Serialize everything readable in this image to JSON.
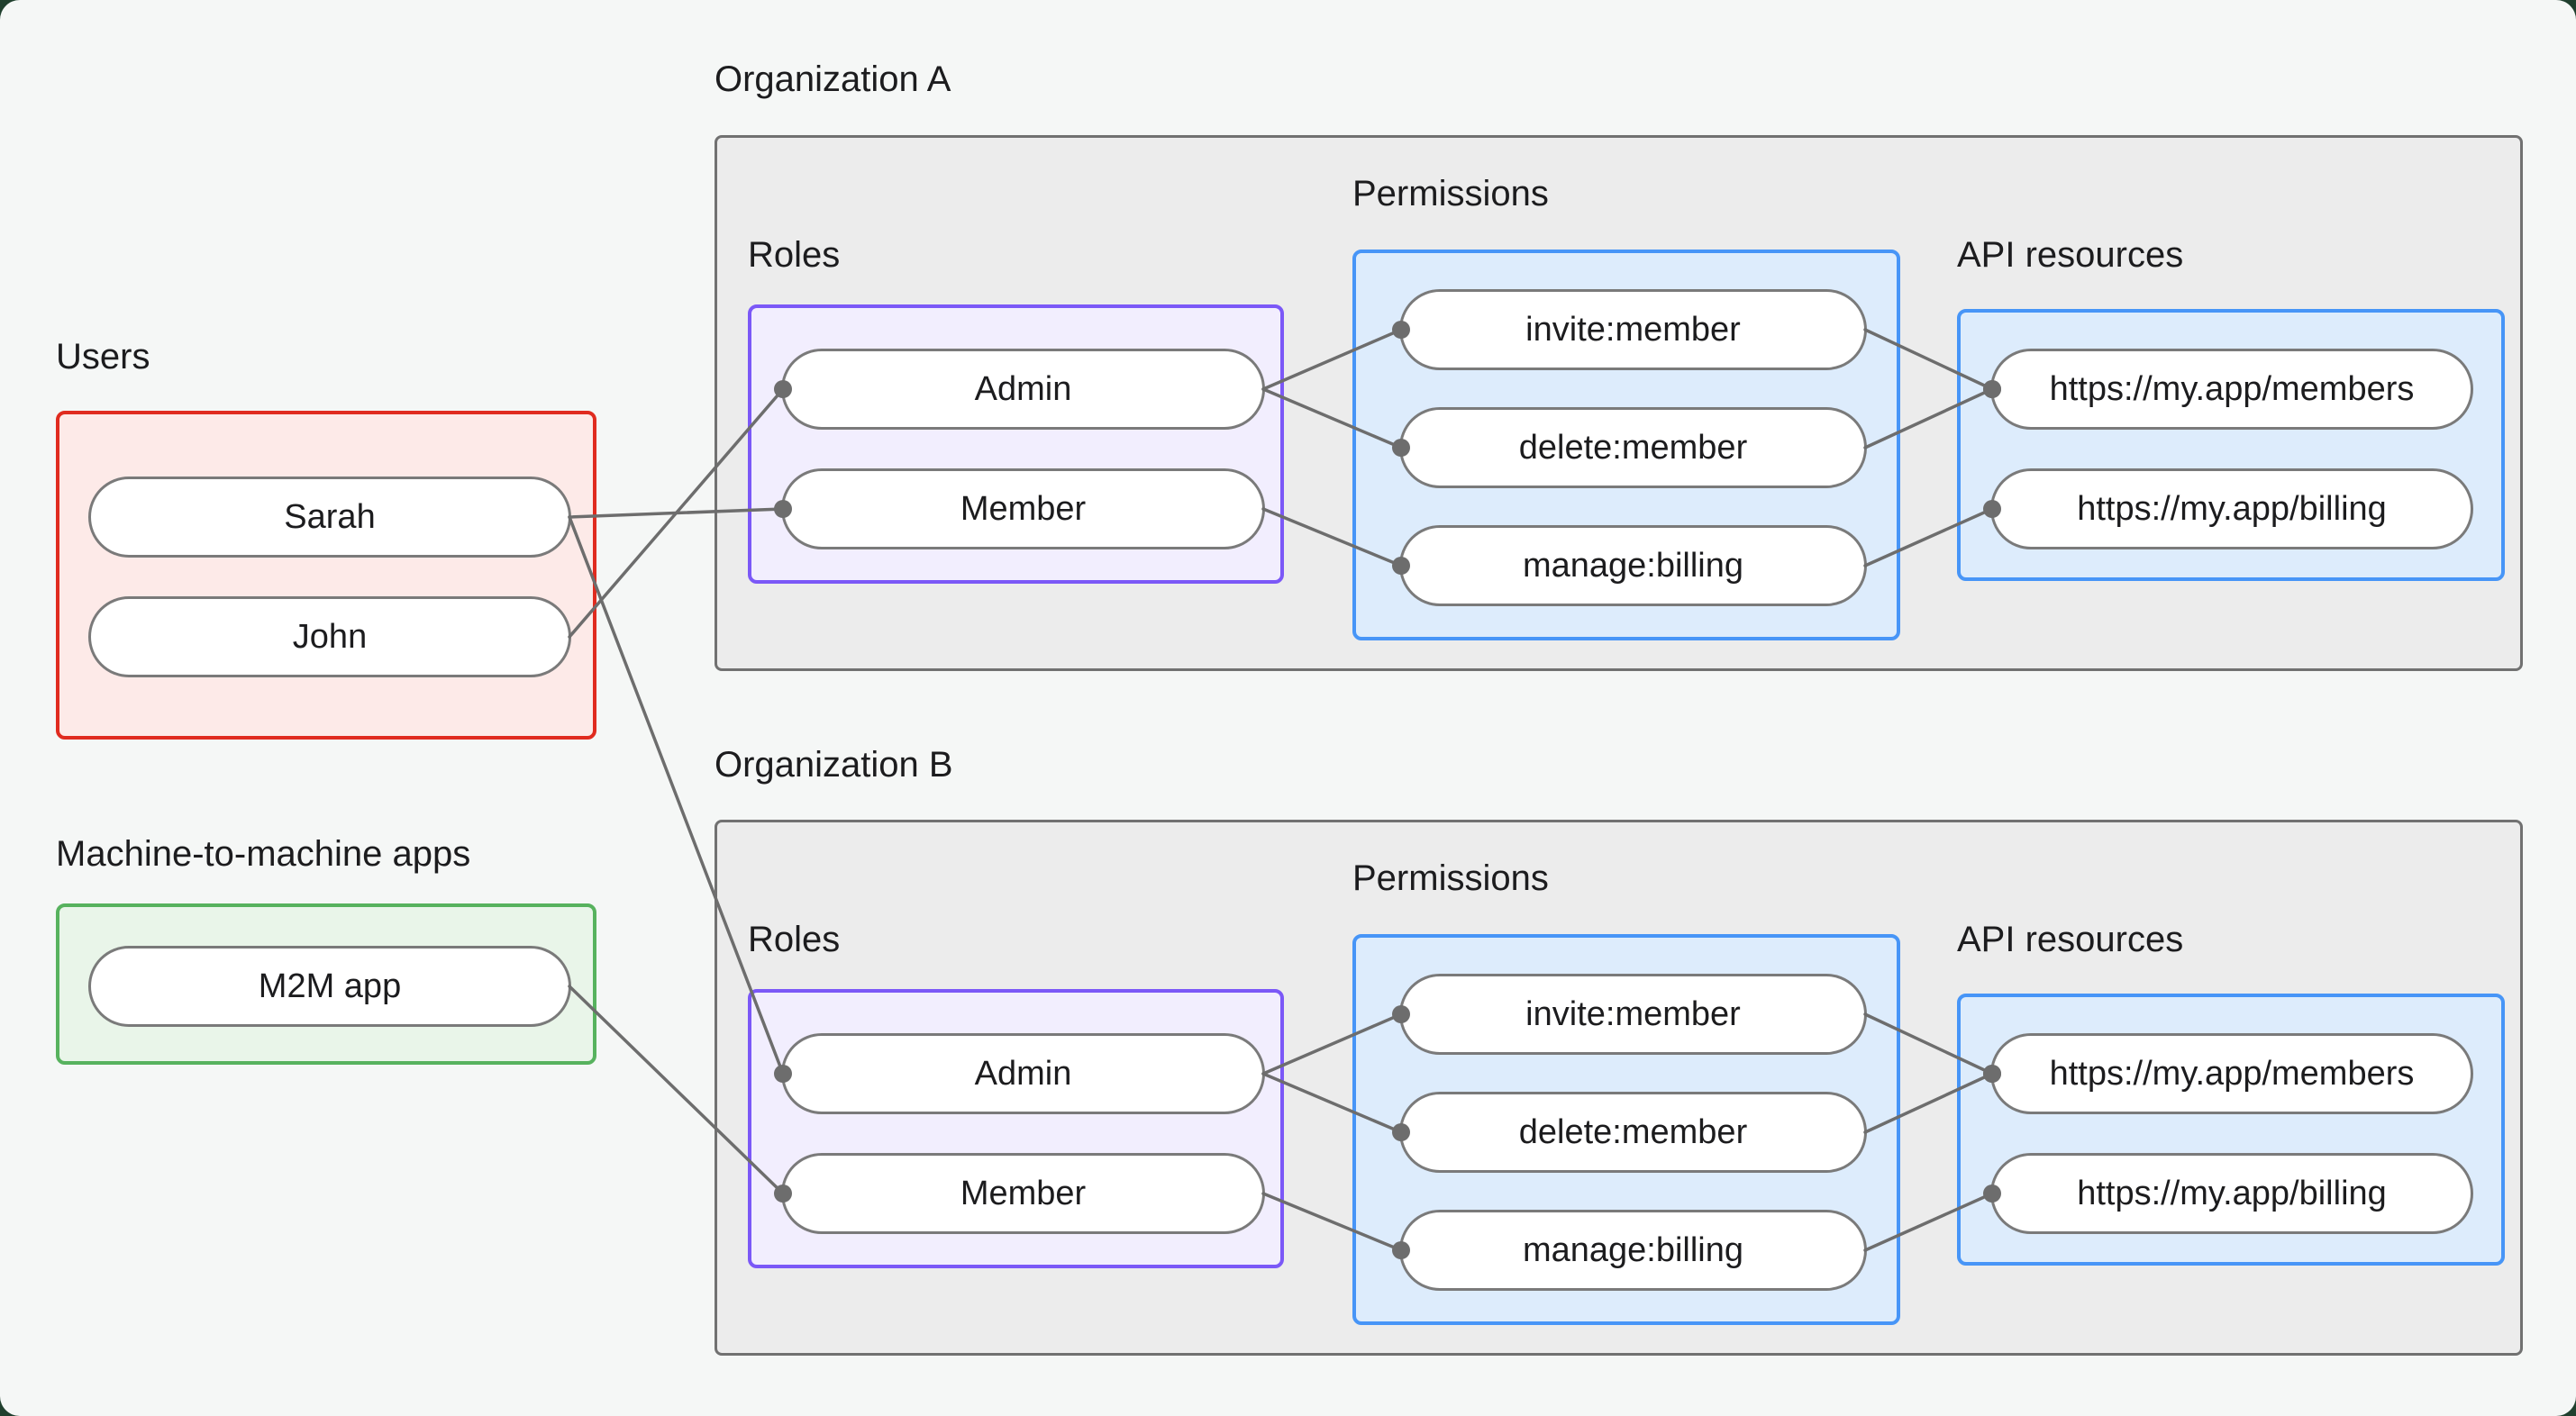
{
  "groups": {
    "users": {
      "label": "Users"
    },
    "m2m": {
      "label": "Machine-to-machine apps"
    },
    "org_a": {
      "title": "Organization A",
      "sections": {
        "roles": "Roles",
        "permissions": "Permissions",
        "api": "API resources"
      }
    },
    "org_b": {
      "title": "Organization B",
      "sections": {
        "roles": "Roles",
        "permissions": "Permissions",
        "api": "API resources"
      }
    }
  },
  "nodes": {
    "sarah": {
      "label": "Sarah"
    },
    "john": {
      "label": "John"
    },
    "m2m_app": {
      "label": "M2M app"
    },
    "orga_admin": {
      "label": "Admin"
    },
    "orga_member": {
      "label": "Member"
    },
    "orga_invite": {
      "label": "invite:member"
    },
    "orga_delete": {
      "label": "delete:member"
    },
    "orga_manage": {
      "label": "manage:billing"
    },
    "orga_members_api": {
      "label": "https://my.app/members"
    },
    "orga_billing_api": {
      "label": "https://my.app/billing"
    },
    "orgb_admin": {
      "label": "Admin"
    },
    "orgb_member": {
      "label": "Member"
    },
    "orgb_invite": {
      "label": "invite:member"
    },
    "orgb_delete": {
      "label": "delete:member"
    },
    "orgb_manage": {
      "label": "manage:billing"
    },
    "orgb_members_api": {
      "label": "https://my.app/members"
    },
    "orgb_billing_api": {
      "label": "https://my.app/billing"
    }
  },
  "edges": [
    {
      "from": "sarah",
      "to": "orga_member"
    },
    {
      "from": "john",
      "to": "orga_admin"
    },
    {
      "from": "sarah",
      "to": "orgb_admin"
    },
    {
      "from": "m2m_app",
      "to": "orgb_member"
    },
    {
      "from": "orga_admin",
      "to": "orga_invite"
    },
    {
      "from": "orga_admin",
      "to": "orga_delete"
    },
    {
      "from": "orga_member",
      "to": "orga_manage"
    },
    {
      "from": "orga_invite",
      "to": "orga_members_api"
    },
    {
      "from": "orga_delete",
      "to": "orga_members_api"
    },
    {
      "from": "orga_manage",
      "to": "orga_billing_api"
    },
    {
      "from": "orgb_admin",
      "to": "orgb_invite"
    },
    {
      "from": "orgb_admin",
      "to": "orgb_delete"
    },
    {
      "from": "orgb_member",
      "to": "orgb_manage"
    },
    {
      "from": "orgb_invite",
      "to": "orgb_members_api"
    },
    {
      "from": "orgb_delete",
      "to": "orgb_members_api"
    },
    {
      "from": "orgb_manage",
      "to": "orgb_billing_api"
    }
  ],
  "colors": {
    "canvas_bg": "#f5f7f6",
    "outer_bg": "#20402e",
    "org_box_bg": "#ececec",
    "org_box_border": "#717171",
    "users_border": "#e02b1f",
    "users_bg": "#fdeae8",
    "m2m_border": "#57b25e",
    "m2m_bg": "#e9f5e9",
    "roles_border": "#7b58f7",
    "roles_bg": "#f2eefe",
    "perm_border": "#4795f7",
    "perm_bg": "#ddecfc",
    "pill_border": "#7a7a7a",
    "pill_bg": "#ffffff",
    "edge": "#6d6d6d",
    "text": "#1c1c1e"
  }
}
